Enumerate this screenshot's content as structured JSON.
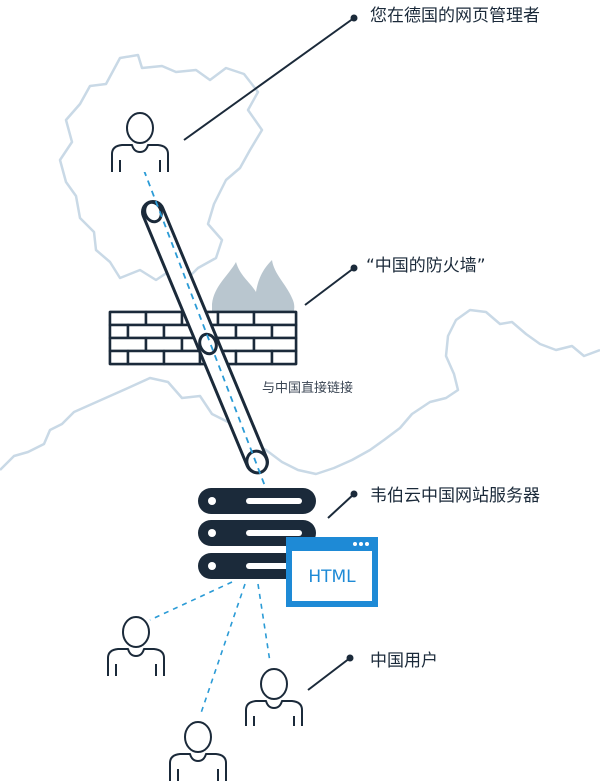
{
  "labels": {
    "admin_germany": "您在德国的网页管理者",
    "firewall": "“中国的防火墙”",
    "direct_link": "与中国直接链接",
    "server": "韦伯云中国网站服务器",
    "china_users": "中国用户",
    "html_badge": "HTML"
  },
  "colors": {
    "outline": "#1b2a3a",
    "map_border": "#c9d9e6",
    "flame": "#b9c6cf",
    "dashed_link": "#2b9bd6",
    "html_window": "#1e8ad6",
    "server_body": "#1b2a3a"
  },
  "icons": [
    "person-icon",
    "flame-icon",
    "brick-wall-icon",
    "server-stack-icon",
    "html-window-icon"
  ]
}
